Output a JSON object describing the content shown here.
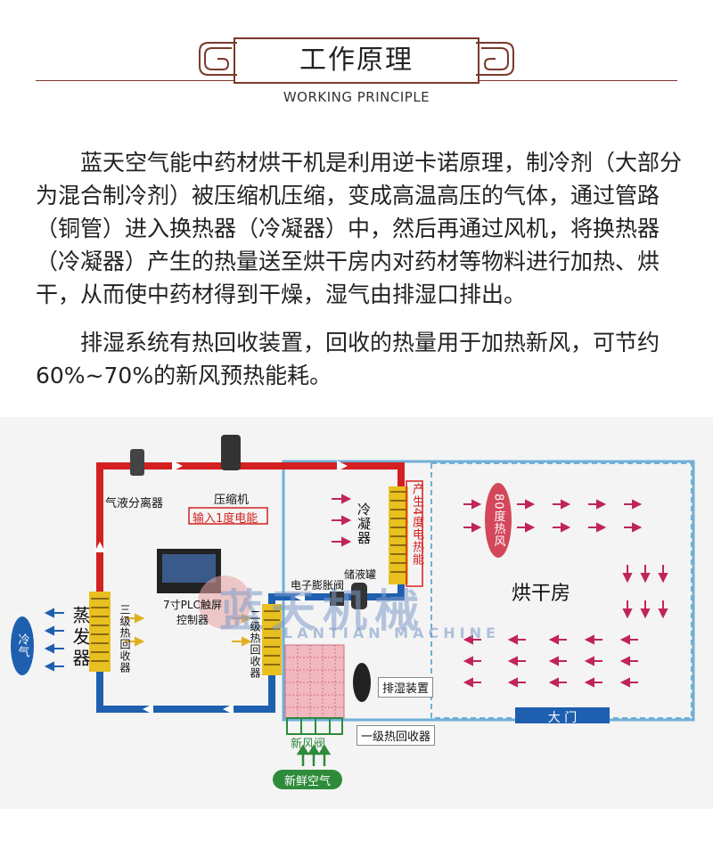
{
  "header": {
    "title": "工作原理",
    "subtitle": "WORKING PRINCIPLE"
  },
  "content": {
    "paragraph1": "蓝天空气能中药材烘干机是利用逆卡诺原理，制冷剂（大部分为混合制冷剂）被压缩机压缩，变成高温高压的气体，通过管路（铜管）进入换热器（冷凝器）中，然后再通过风机，将换热器（冷凝器）产生的热量送至烘干房内对药材等物料进行加热、烘干，从而使中药材得到干燥，湿气由排湿口排出。",
    "paragraph2": "排湿系统有热回收装置，回收的热量用于加热新风，可节约60%~70%的新风预热能耗。"
  },
  "diagram": {
    "gas_liquid_separator": "气液分离器",
    "compressor": "压缩机",
    "power_input": "输入1度电能",
    "condenser": "冷凝器",
    "heat_output": "产生4度电热能",
    "hot_air": "80度热风",
    "drying_room": "烘干房",
    "plc": "7寸PLC触屏控制器",
    "expansion_valve": "电子膨胀阀",
    "liquid_tank": "储液罐",
    "evaporator": "蒸发器",
    "cold_air": "冷气",
    "tertiary_recovery": "三级热回收器",
    "secondary_recovery": "二级热回收器",
    "dehumidifier": "排湿装置",
    "primary_recovery": "一级热回收器",
    "fresh_air_valve": "新风阀",
    "fresh_air": "新鲜空气",
    "door": "大 门",
    "watermark_cn": "蓝天机械",
    "watermark_en": "LANTIAN MACHINE"
  },
  "colors": {
    "hot_pipe": "#d42020",
    "cold_pipe": "#1f5fb0",
    "room_border": "#6fb0d8",
    "coil": "#e8c020",
    "arrow_red": "#c0245a",
    "arrow_yellow": "#e0b020",
    "fresh_green": "#2e8b3a",
    "title_border": "#7a3a2a"
  }
}
